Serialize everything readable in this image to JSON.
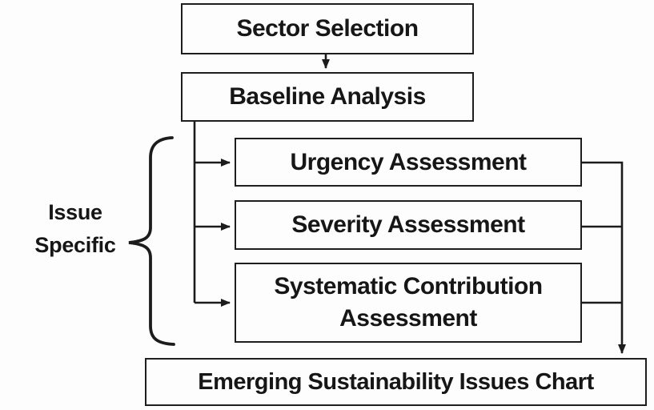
{
  "diagram_title": "Emerging sustainability issues assessment flowchart",
  "nodes": {
    "sector": "Sector Selection",
    "baseline": "Baseline Analysis",
    "urgency": "Urgency Assessment",
    "severity": "Severity Assessment",
    "systematic": "Systematic Contribution Assessment",
    "output": "Emerging Sustainability Issues Chart"
  },
  "side_label": {
    "line1": "Issue",
    "line2": "Specific"
  },
  "flow": [
    "Sector Selection -> Baseline Analysis",
    "Baseline Analysis -> Urgency Assessment",
    "Baseline Analysis -> Severity Assessment",
    "Baseline Analysis -> Systematic Contribution Assessment",
    "Urgency Assessment -> Emerging Sustainability Issues Chart",
    "Severity Assessment -> Emerging Sustainability Issues Chart",
    "Systematic Contribution Assessment -> Emerging Sustainability Issues Chart"
  ],
  "colors": {
    "line": "#1c1c1c",
    "box_border": "#1e1e1e",
    "box_fill": "#fdfdfd",
    "background": "#fdfdfd",
    "text": "#161616"
  }
}
